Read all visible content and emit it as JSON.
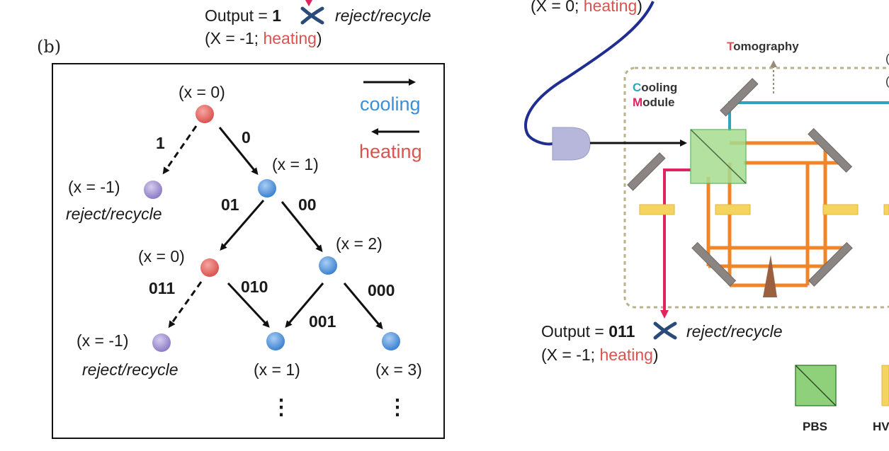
{
  "colors": {
    "red_node": "#e0706e",
    "blue_node": "#5b9be0",
    "purple_node": "#a99bd1",
    "heating": "#d9534f",
    "cooling": "#3a8fd8",
    "orange_beam": "#f0852a",
    "teal_beam": "#2ca6b8",
    "magenta_beam": "#e0245e",
    "navy_fiber": "#1f2e8f",
    "pbs_green": "#8fd07a",
    "hwp_yellow": "#f4d35e",
    "mirror_gray": "#8a8582",
    "module_border": "#b9b28a"
  },
  "left": {
    "panel_label": "(b)",
    "top_output_prefix": "Output = ",
    "top_output_code": "1",
    "top_output_action": "reject/recycle",
    "top_output_state_prefix": "(X = -1; ",
    "top_output_state_word": "heating",
    "top_output_state_suffix": ")",
    "legend_cooling": "cooling",
    "legend_heating": "heating",
    "node_root": "(x = 0)",
    "node_l1_left": "(x = -1)",
    "node_l1_left_note": "reject/recycle",
    "node_l1_right": "(x = 1)",
    "node_l2_left": "(x = 0)",
    "node_l2_right": "(x = 2)",
    "node_l3_a": "(x = -1)",
    "node_l3_a_note": "reject/recycle",
    "node_l3_b": "(x = 1)",
    "node_l3_c": "(x = 3)",
    "edge_1": "1",
    "edge_0": "0",
    "edge_01": "01",
    "edge_00": "00",
    "edge_011": "011",
    "edge_010": "010",
    "edge_001": "001",
    "edge_000": "000",
    "ellipsis": "⋮"
  },
  "right": {
    "top_state_prefix": "(X = 0; ",
    "top_state_word": "heating",
    "top_state_suffix": ")",
    "tomography_initial": "T",
    "tomography_rest": "omography",
    "module_line1_initial": "C",
    "module_line1_rest": "ooling",
    "module_line2_initial": "M",
    "module_line2_rest": "odule",
    "edge_right_letter_1": "(",
    "edge_right_letter_2": "(",
    "bottom_output_prefix": "Output = ",
    "bottom_output_code": "011",
    "bottom_output_action": "reject/recycle",
    "bottom_state_prefix": "(X = -1; ",
    "bottom_state_word": "heating",
    "bottom_state_suffix": ")",
    "legend_pbs": "PBS",
    "legend_hwp": "HV"
  }
}
